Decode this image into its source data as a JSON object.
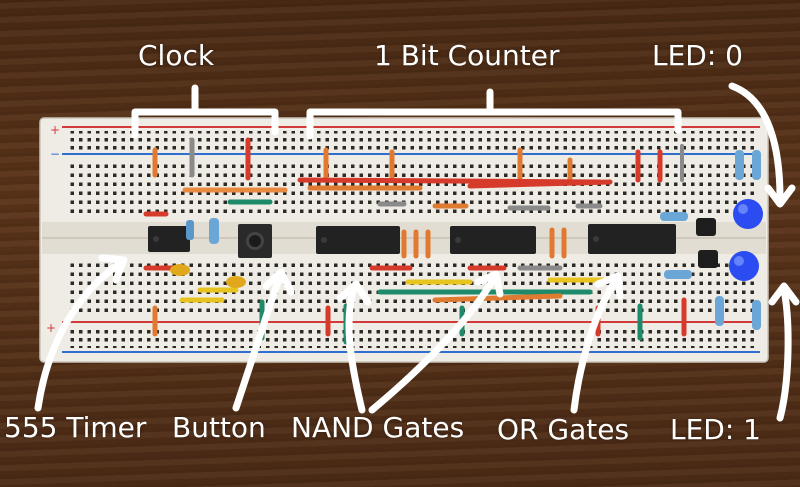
{
  "labels": {
    "clock": "Clock",
    "counter": "1 Bit Counter",
    "led0": "LED: 0",
    "timer": "555 Timer",
    "button": "Button",
    "nand": "NAND Gates",
    "or": "OR Gates",
    "led1": "LED: 1"
  },
  "colors": {
    "board": "#efece6",
    "rail_red": "#d23a3a",
    "rail_blue": "#2f6fd0",
    "chip": "#222222",
    "led": "#2a4cf0",
    "annotation": "#ffffff"
  }
}
